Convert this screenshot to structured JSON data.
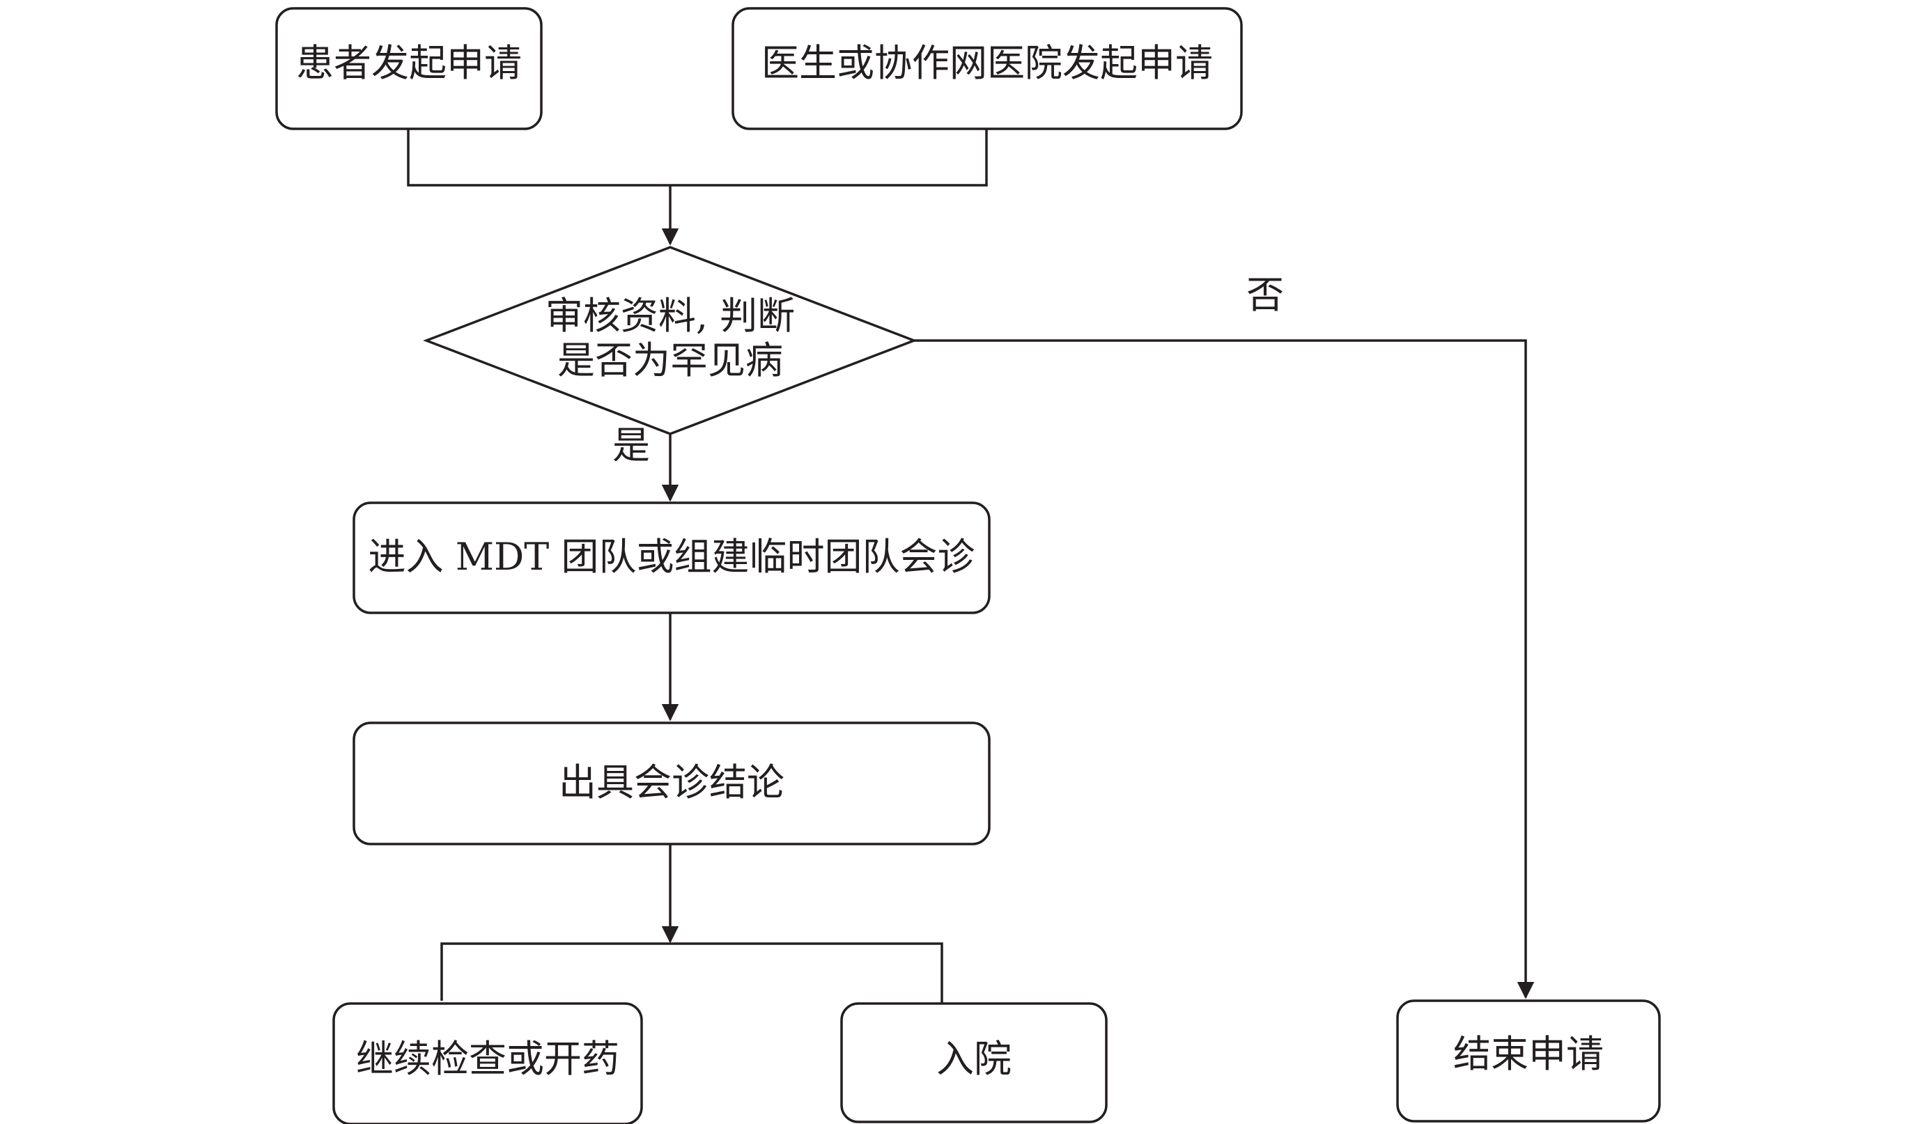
{
  "flowchart": {
    "nodes": {
      "patient_request": "患者发起申请",
      "doctor_request": "医生或协作网医院发起申请",
      "review_decision_line1": "审核资料, 判断",
      "review_decision_line2": "是否为罕见病",
      "mdt_consult": "进入 MDT 团队或组建临时团队会诊",
      "consult_conclusion": "出具会诊结论",
      "continue_exam": "继续检查或开药",
      "admission": "入院",
      "end_request": "结束申请"
    },
    "labels": {
      "no": "否",
      "yes": "是"
    }
  }
}
